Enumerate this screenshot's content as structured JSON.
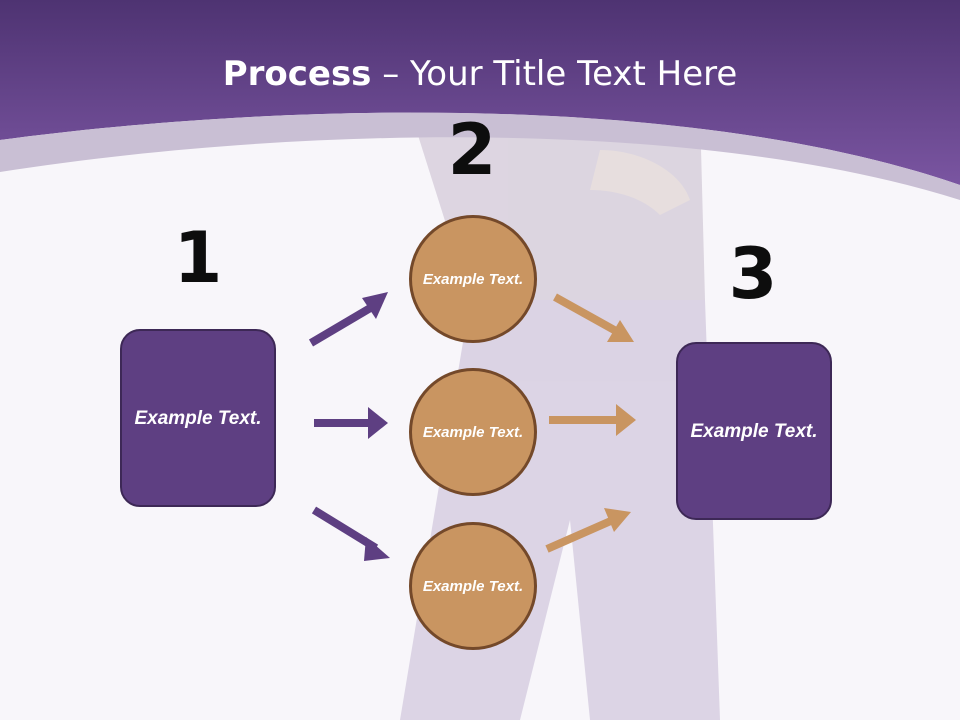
{
  "slide": {
    "title_bold": "Process",
    "title_rest": " – Your Title Text Here"
  },
  "steps": [
    {
      "number": "1",
      "text": "Example Text."
    },
    {
      "number": "2",
      "circles": [
        {
          "text": "Example Text."
        },
        {
          "text": "Example Text."
        },
        {
          "text": "Example Text."
        }
      ]
    },
    {
      "number": "3",
      "text": "Example Text."
    }
  ],
  "colors": {
    "header": "#6a4b93",
    "box": "#5e3f82",
    "circle": "#c99561",
    "arrow_in": "#5e3f82",
    "arrow_out": "#c99561"
  }
}
